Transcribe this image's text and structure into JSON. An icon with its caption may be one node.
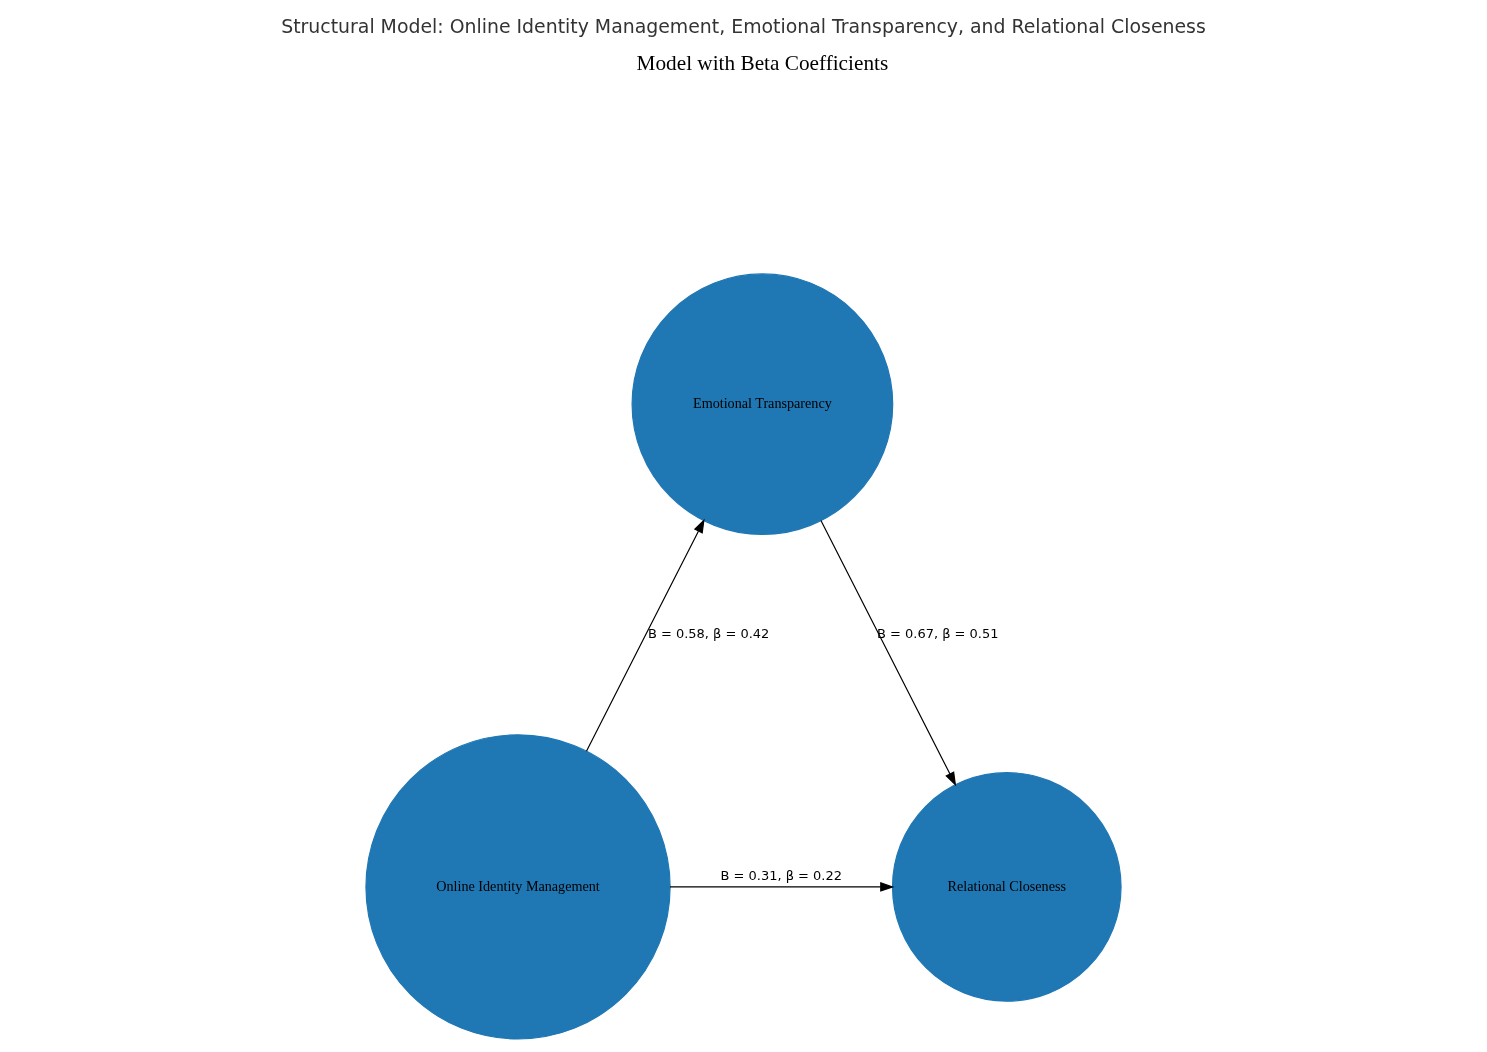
{
  "diagram": {
    "title": "Structural Model: Online Identity Management, Emotional Transparency, and Relational Closeness",
    "nodes": [
      {
        "text": [
          "Emotional Transparency"
        ]
      },
      {
        "text": [
          "Online Identity Management"
        ]
      },
      {
        "text": [
          "Relational Closeness"
        ]
      }
    ],
    "edges": [
      {
        "from": 1,
        "to": 0,
        "arrow": "to",
        "label": "B = 0.58, β = 0.42"
      },
      {
        "from": 0,
        "to": 2,
        "arrow": "to",
        "label": "B = 0.67, β = 0.51"
      },
      {
        "from": 1,
        "to": 2,
        "arrow": "to",
        "label": "B = 0.31, β = 0.22"
      }
    ],
    "labels": [
      "Model with Beta Coefficients"
    ]
  }
}
